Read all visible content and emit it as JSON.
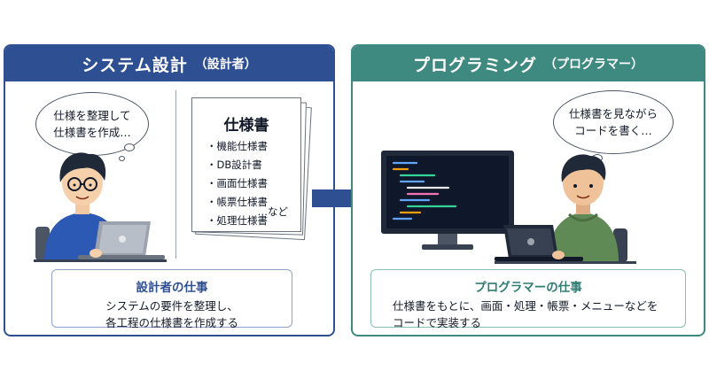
{
  "designer_panel": {
    "title": "システム設計",
    "role": "（設計者）",
    "thought_bubble": [
      "仕様を整理して",
      "仕様書を作成…"
    ],
    "spec_document": {
      "title": "仕様書",
      "items": [
        "機能仕様書",
        "DB設計書",
        "画面仕様書",
        "帳票仕様書",
        "処理仕様書"
      ],
      "etc": "…など"
    },
    "job": {
      "title": "設計者の仕事",
      "lines": [
        "システムの要件を整理し、",
        "各工程の仕様書を作成する"
      ]
    }
  },
  "programmer_panel": {
    "title": "プログラミング",
    "role": "（プログラマー）",
    "thought_bubble": [
      "仕様書を見ながら",
      "コードを書く…"
    ],
    "job": {
      "title": "プログラマーの仕事",
      "lines": [
        "仕様書をもとに、画面・処理・帳票・メニューなどを",
        "コードで実装する"
      ]
    }
  },
  "colors": {
    "designer_accent": "#2f4f93",
    "programmer_accent": "#3f8a80",
    "arrow": "#2f4f93"
  },
  "icons": [
    "designer-person-icon",
    "laptop-icon",
    "document-stack-icon",
    "right-arrow-icon",
    "monitor-code-icon",
    "programmer-person-icon"
  ]
}
